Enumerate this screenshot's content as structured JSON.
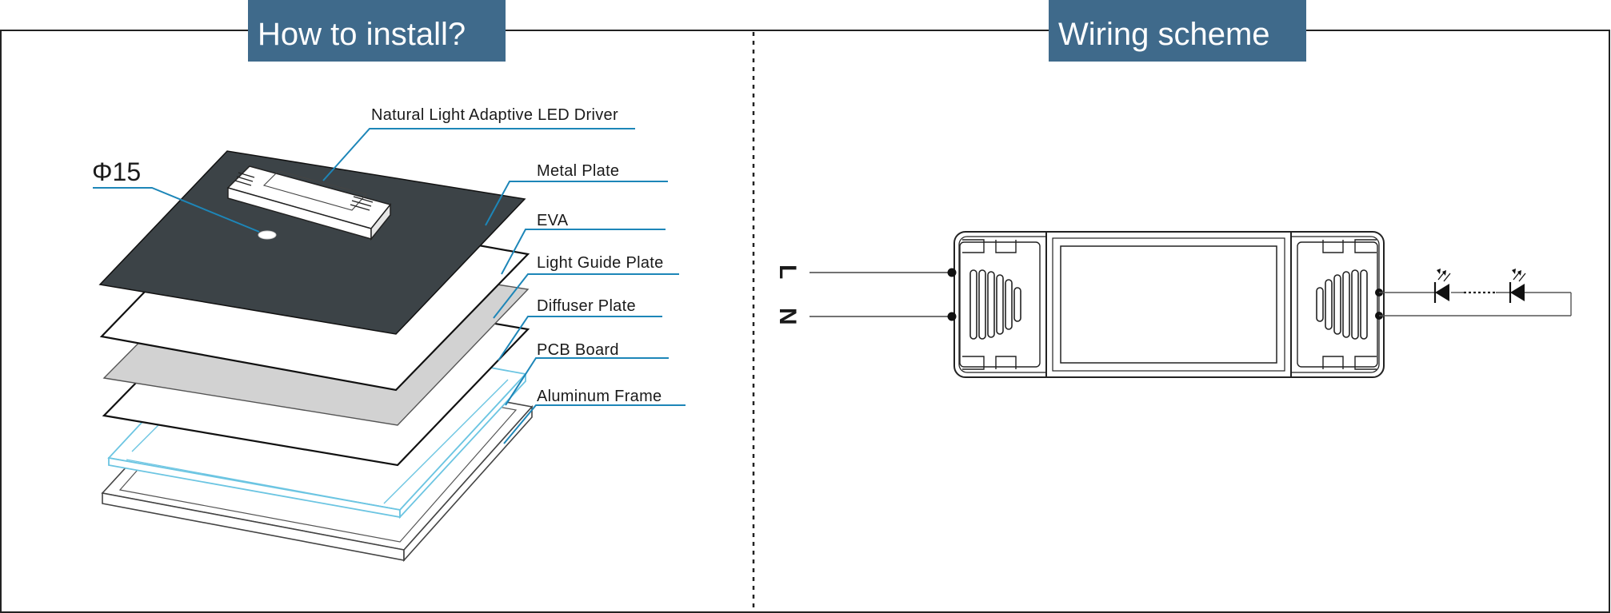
{
  "install_panel": {
    "title": "How to install?",
    "dimension_label": "Φ15",
    "layers": [
      "Natural Light Adaptive LED Driver",
      "Metal Plate",
      "EVA",
      "Light Guide Plate",
      "Diffuser Plate",
      "PCB Board",
      "Aluminum Frame"
    ]
  },
  "wiring_panel": {
    "title": "Wiring  scheme",
    "terminal_l": "L",
    "terminal_n": "N"
  },
  "colors": {
    "header_fill": "#3f6a8b",
    "leader_line": "#1d86b8",
    "metal_plate": "#3c4347",
    "diffuser": "#d2d2d2",
    "pcb_outline": "#6cc5e2"
  }
}
